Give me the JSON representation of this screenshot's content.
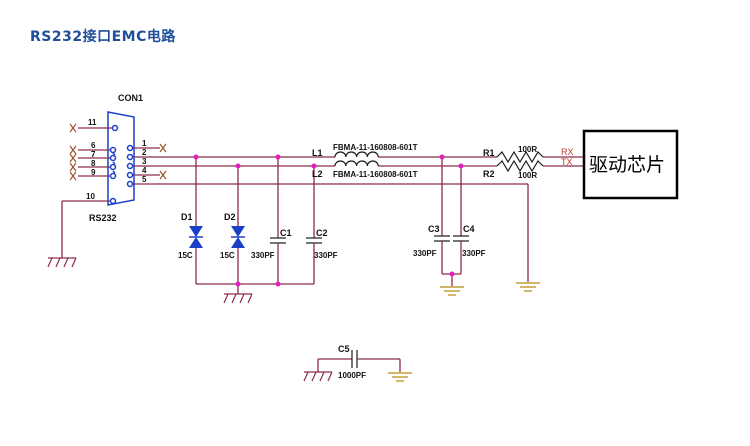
{
  "title": "RS232接口EMC电路",
  "connector": {
    "ref": "CON1",
    "name": "RS232",
    "pins": [
      "11",
      "6",
      "7",
      "8",
      "9",
      "10",
      "1",
      "2",
      "3",
      "4",
      "5"
    ]
  },
  "inductors": [
    {
      "ref": "L1",
      "part": "FBMA-11-160808-601T"
    },
    {
      "ref": "L2",
      "part": "FBMA-11-160808-601T"
    }
  ],
  "resistors": [
    {
      "ref": "R1",
      "value": "100R"
    },
    {
      "ref": "R2",
      "value": "100R"
    }
  ],
  "diodes": [
    {
      "ref": "D1",
      "value": "15C"
    },
    {
      "ref": "D2",
      "value": "15C"
    }
  ],
  "capacitors": [
    {
      "ref": "C1",
      "value": "330PF"
    },
    {
      "ref": "C2",
      "value": "330PF"
    },
    {
      "ref": "C3",
      "value": "330PF"
    },
    {
      "ref": "C4",
      "value": "330PF"
    },
    {
      "ref": "C5",
      "value": "1000PF"
    }
  ],
  "signals": {
    "rx": "RX",
    "tx": "TX"
  },
  "chip_label": "驱动芯片",
  "colors": {
    "wire": "#8b2c4a",
    "title": "#1f4e9a",
    "connector": "#1a40c8",
    "junction": "#e020c0"
  }
}
